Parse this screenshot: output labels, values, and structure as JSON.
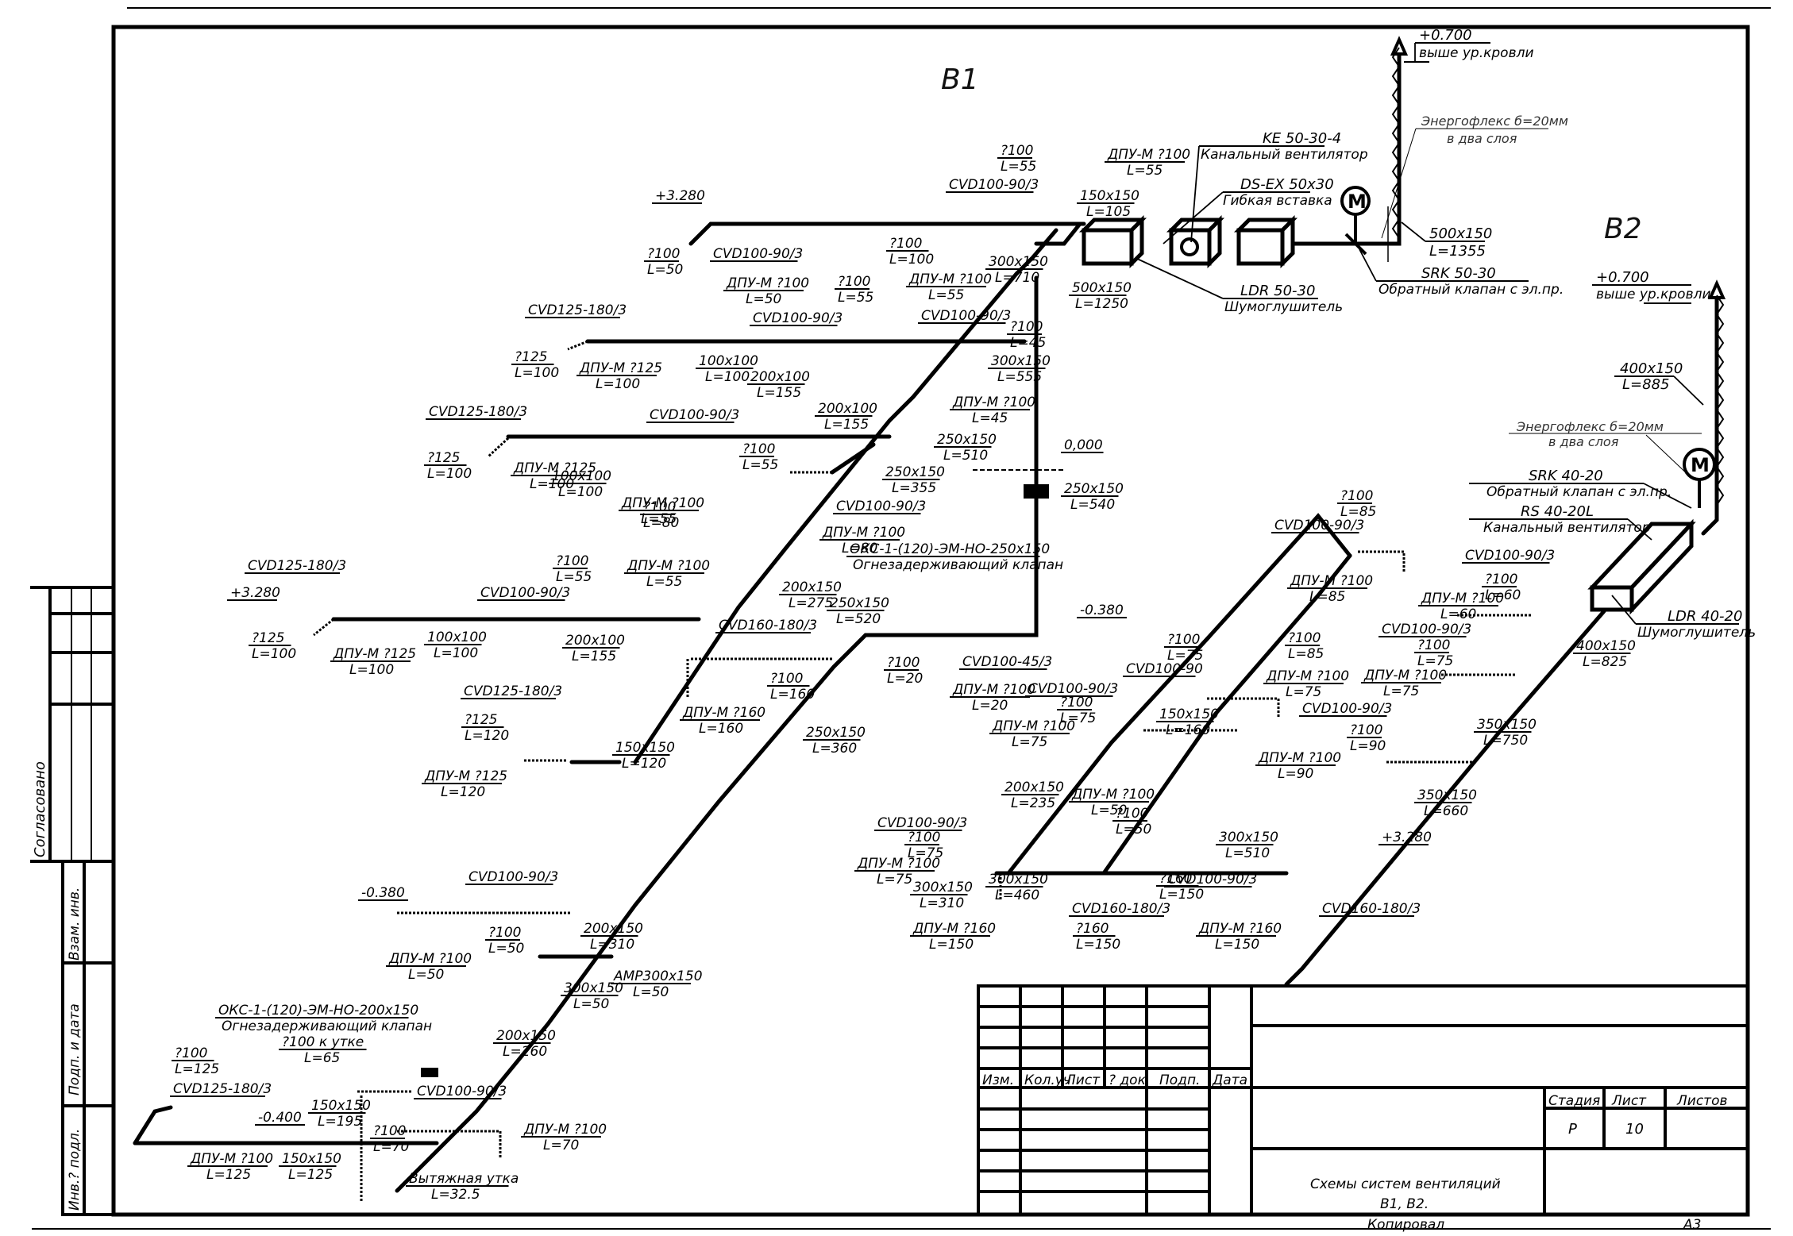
{
  "systems": {
    "b1": "B1",
    "b2": "B2"
  },
  "b1": {
    "roof": {
      "level": "+0.700",
      "note": "выше ур.кровли"
    },
    "insulation": {
      "line1": "Энергофлекс б=20мм",
      "line2": "в два слоя"
    },
    "fan": {
      "model": "KE 50-30-4",
      "desc": "Канальный вентилятор"
    },
    "flex_insert": {
      "model": "DS-EX 50x30",
      "desc": "Гибкая вставка"
    },
    "silencer": {
      "model": "LDR 50-30",
      "desc": "Шумоглушитель"
    },
    "check_valve": {
      "model": "SRK 50-30",
      "desc": "Обратный клапан с эл.пр."
    },
    "riser": {
      "size": "500x150",
      "len": "L=1355"
    },
    "labels": [
      {
        "id": "l1",
        "a": "?100",
        "b": "L=55"
      },
      {
        "id": "l2",
        "a": "ДПУ-М ?100",
        "b": "L=55"
      },
      {
        "id": "l3",
        "a": "CVD100-90/3"
      },
      {
        "id": "l4",
        "a": "150x150",
        "b": "L=105"
      },
      {
        "id": "l5",
        "a": "+3.280"
      },
      {
        "id": "l6",
        "a": "CVD100-90/3"
      },
      {
        "id": "l7",
        "a": "?100",
        "b": "L=50"
      },
      {
        "id": "l8",
        "a": "ДПУ-М ?100",
        "b": "L=50"
      },
      {
        "id": "l9",
        "a": "?100",
        "b": "L=100"
      },
      {
        "id": "l10",
        "a": "300x150",
        "b": "L=710"
      },
      {
        "id": "l11",
        "a": "500x150",
        "b": "L=1250"
      },
      {
        "id": "l12",
        "a": "?100",
        "b": "L=55"
      },
      {
        "id": "l13",
        "a": "ДПУ-М ?100",
        "b": "L=55"
      },
      {
        "id": "l14",
        "a": "CVD100-90/3"
      },
      {
        "id": "l15",
        "a": "CVD100-90/3"
      },
      {
        "id": "l16",
        "a": "?100",
        "b": "L=45"
      },
      {
        "id": "l17",
        "a": "300x150",
        "b": "L=555"
      },
      {
        "id": "l18",
        "a": "ДПУ-М ?100",
        "b": "L=45"
      },
      {
        "id": "l19",
        "a": "CVD125-180/3"
      },
      {
        "id": "l20",
        "a": "?125",
        "b": "L=100"
      },
      {
        "id": "l21",
        "a": "ДПУ-М ?125",
        "b": "L=100"
      },
      {
        "id": "l22",
        "a": "100x100",
        "b": "L=100"
      },
      {
        "id": "l23",
        "a": "200x100",
        "b": "L=155"
      },
      {
        "id": "l24",
        "a": "CVD125-180/3"
      },
      {
        "id": "l25",
        "a": "?125",
        "b": "L=100"
      },
      {
        "id": "l26",
        "a": "ДПУ-М ?125",
        "b": "L=100"
      },
      {
        "id": "l27",
        "a": "100x100",
        "b": "L=100"
      },
      {
        "id": "l28",
        "a": "CVD100-90/3"
      },
      {
        "id": "l29",
        "a": "200x100",
        "b": "L=155"
      },
      {
        "id": "l30",
        "a": "?100",
        "b": "L=55"
      },
      {
        "id": "l31",
        "a": "ДПУ-М ?100",
        "b": "L=55"
      },
      {
        "id": "l32",
        "a": "250x150",
        "b": "L=510"
      },
      {
        "id": "l33",
        "a": "250x150",
        "b": "L=355"
      },
      {
        "id": "l34",
        "a": "?100",
        "b": "L=80"
      },
      {
        "id": "l35",
        "a": "CVD100-90/3"
      },
      {
        "id": "l36",
        "a": "ДПУ-М ?100",
        "b": "L=80"
      },
      {
        "id": "l37",
        "a": "ОКС-1-(120)-ЭМ-НО-250x150",
        "b": "Огнезадерживающий клапан"
      },
      {
        "id": "l38",
        "a": "0,000"
      },
      {
        "id": "l39",
        "a": "250x150",
        "b": "L=540"
      },
      {
        "id": "l40",
        "a": "CVD125-180/3"
      },
      {
        "id": "l41",
        "a": "+3.280"
      },
      {
        "id": "l42",
        "a": "?125",
        "b": "L=100"
      },
      {
        "id": "l43",
        "a": "ДПУ-М ?125",
        "b": "L=100"
      },
      {
        "id": "l44",
        "a": "100x100",
        "b": "L=100"
      },
      {
        "id": "l45",
        "a": "?100",
        "b": "L=55"
      },
      {
        "id": "l46",
        "a": "ДПУ-М ?100",
        "b": "L=55"
      },
      {
        "id": "l47",
        "a": "CVD100-90/3"
      },
      {
        "id": "l48",
        "a": "200x100",
        "b": "L=155"
      },
      {
        "id": "l49",
        "a": "200x150",
        "b": "L=275"
      },
      {
        "id": "l50",
        "a": "250x150",
        "b": "L=520"
      },
      {
        "id": "l51",
        "a": "CVD160-180/3"
      },
      {
        "id": "l52",
        "a": "-0.380"
      },
      {
        "id": "l53",
        "a": "?100",
        "b": "L=20"
      },
      {
        "id": "l54",
        "a": "CVD100-45/3"
      },
      {
        "id": "l55",
        "a": "ДПУ-М ?100",
        "b": "L=20"
      },
      {
        "id": "l56",
        "a": "?100",
        "b": "L=160"
      },
      {
        "id": "l57",
        "a": "ДПУ-М ?160",
        "b": "L=160"
      },
      {
        "id": "l58",
        "a": "250x150",
        "b": "L=360"
      },
      {
        "id": "l59",
        "a": "CVD125-180/3"
      },
      {
        "id": "l60",
        "a": "?125",
        "b": "L=120"
      },
      {
        "id": "l61",
        "a": "150x150",
        "b": "L=120"
      },
      {
        "id": "l62",
        "a": "ДПУ-М ?125",
        "b": "L=120"
      },
      {
        "id": "l63",
        "a": "-0.380"
      },
      {
        "id": "l64",
        "a": "CVD100-90/3"
      },
      {
        "id": "l65",
        "a": "?100",
        "b": "L=50"
      },
      {
        "id": "l66",
        "a": "200x150",
        "b": "L=310"
      },
      {
        "id": "l67",
        "a": "ДПУ-М ?100",
        "b": "L=50"
      },
      {
        "id": "l68",
        "a": "300x150",
        "b": "L=50"
      },
      {
        "id": "l69",
        "a": "АМР300x150",
        "b": "L=50"
      },
      {
        "id": "l70",
        "a": "ОКС-1-(120)-ЭМ-НО-200x150",
        "b": "Огнезадерживающий клапан"
      },
      {
        "id": "l71",
        "a": "?100 к утке",
        "b": "L=65"
      },
      {
        "id": "l72",
        "a": "200x150",
        "b": "L=260"
      },
      {
        "id": "l73",
        "a": "?100",
        "b": "L=125"
      },
      {
        "id": "l74",
        "a": "CVD125-180/3"
      },
      {
        "id": "l75",
        "a": "150x150",
        "b": "L=195"
      },
      {
        "id": "l76",
        "a": "CVD100-90/3"
      },
      {
        "id": "l77",
        "a": "-0.400"
      },
      {
        "id": "l78",
        "a": "?100",
        "b": "L=70"
      },
      {
        "id": "l79",
        "a": "ДПУ-М ?100",
        "b": "L=70"
      },
      {
        "id": "l80",
        "a": "ДПУ-М ?100",
        "b": "L=125"
      },
      {
        "id": "l81",
        "a": "150x150",
        "b": "L=125"
      },
      {
        "id": "l82",
        "a": "Вытяжная утка",
        "b": "L=32.5"
      }
    ]
  },
  "b2": {
    "roof": {
      "level": "+0.700",
      "note": "выше ур.кровли"
    },
    "riser": {
      "size": "400x150",
      "len": "L=885"
    },
    "insulation": {
      "line1": "Энергофлекс б=20мм",
      "line2": "в два слоя"
    },
    "check_valve": {
      "model": "SRK 40-20",
      "desc": "Обратный клапан с эл.пр."
    },
    "fan": {
      "model": "RS 40-20L",
      "desc": "Канальный вентилятор"
    },
    "silencer": {
      "model": "LDR 40-20",
      "desc": "Шумоглушитель"
    },
    "labels": [
      {
        "id": "m1",
        "a": "?100",
        "b": "L=85"
      },
      {
        "id": "m2",
        "a": "CVD100-90/3"
      },
      {
        "id": "m3",
        "a": "ДПУ-М ?100",
        "b": "L=85"
      },
      {
        "id": "m4",
        "a": "?100",
        "b": "L=85"
      },
      {
        "id": "m5",
        "a": "CVD100-90/3"
      },
      {
        "id": "m6",
        "a": "?100",
        "b": "L=60"
      },
      {
        "id": "m7",
        "a": "ДПУ-М ?100",
        "b": "L=60"
      },
      {
        "id": "m8",
        "a": "400x150",
        "b": "L=825"
      },
      {
        "id": "m9",
        "a": "CVD100-90/3"
      },
      {
        "id": "m10",
        "a": "?100",
        "b": "L=75"
      },
      {
        "id": "m11",
        "a": "ДПУ-М ?100",
        "b": "L=75"
      },
      {
        "id": "m12",
        "a": "ДПУ-М ?100",
        "b": "L=75"
      },
      {
        "id": "m13",
        "a": "?100",
        "b": "L=75"
      },
      {
        "id": "m14",
        "a": "CVD100-90"
      },
      {
        "id": "m15",
        "a": "CVD100-90/3"
      },
      {
        "id": "m16",
        "a": "?100",
        "b": "L=75"
      },
      {
        "id": "m17",
        "a": "ДПУ-М ?100",
        "b": "L=75"
      },
      {
        "id": "m18",
        "a": "150x150",
        "b": "L=160"
      },
      {
        "id": "m19",
        "a": "CVD100-90/3"
      },
      {
        "id": "m20",
        "a": "?100",
        "b": "L=90"
      },
      {
        "id": "m21",
        "a": "ДПУ-М ?100",
        "b": "L=90"
      },
      {
        "id": "m22",
        "a": "350x150",
        "b": "L=750"
      },
      {
        "id": "m23",
        "a": "200x150",
        "b": "L=235"
      },
      {
        "id": "m24",
        "a": "ДПУ-М ?100",
        "b": "L=50"
      },
      {
        "id": "m25",
        "a": "?100",
        "b": "L=50"
      },
      {
        "id": "m26",
        "a": "350x150",
        "b": "L=660"
      },
      {
        "id": "m27",
        "a": "300x150",
        "b": "L=510"
      },
      {
        "id": "m28",
        "a": "+3.280"
      },
      {
        "id": "m29",
        "a": "CVD100-90/3"
      },
      {
        "id": "m30",
        "a": "?100",
        "b": "L=75"
      },
      {
        "id": "m31",
        "a": "ДПУ-М ?100",
        "b": "L=75"
      },
      {
        "id": "m32",
        "a": "300x150",
        "b": "L=310"
      },
      {
        "id": "m33",
        "a": "300x150",
        "b": "L=460"
      },
      {
        "id": "m34",
        "a": "CVD100-90/3"
      },
      {
        "id": "m35",
        "a": "CVD160-180/3"
      },
      {
        "id": "m36",
        "a": "ДПУ-М ?160",
        "b": "L=150"
      },
      {
        "id": "m37",
        "a": "?160",
        "b": "L=150"
      },
      {
        "id": "m38",
        "a": "?160",
        "b": "L=150"
      },
      {
        "id": "m39",
        "a": "CVD160-180/3"
      },
      {
        "id": "m40",
        "a": "ДПУ-М ?160",
        "b": "L=150"
      }
    ]
  },
  "side_stamp": {
    "agreed": "Согласовано",
    "inv_replace": "Взам. инв.",
    "sign_date": "Подп. и дата",
    "inv_orig": "Инв.? подл."
  },
  "title_block": {
    "col_headers": [
      "Изм.",
      "Кол.уч",
      "Лист",
      "? док",
      "Подп.",
      "Дата"
    ],
    "stage_label": "Стадия",
    "sheet_label": "Лист",
    "sheets_label": "Листов",
    "stage": "Р",
    "sheet": "10",
    "sheets": "",
    "title_line1": "Схемы систем вентиляций",
    "title_line2": "В1, В2.",
    "copied": "Копировал",
    "format": "А3"
  }
}
